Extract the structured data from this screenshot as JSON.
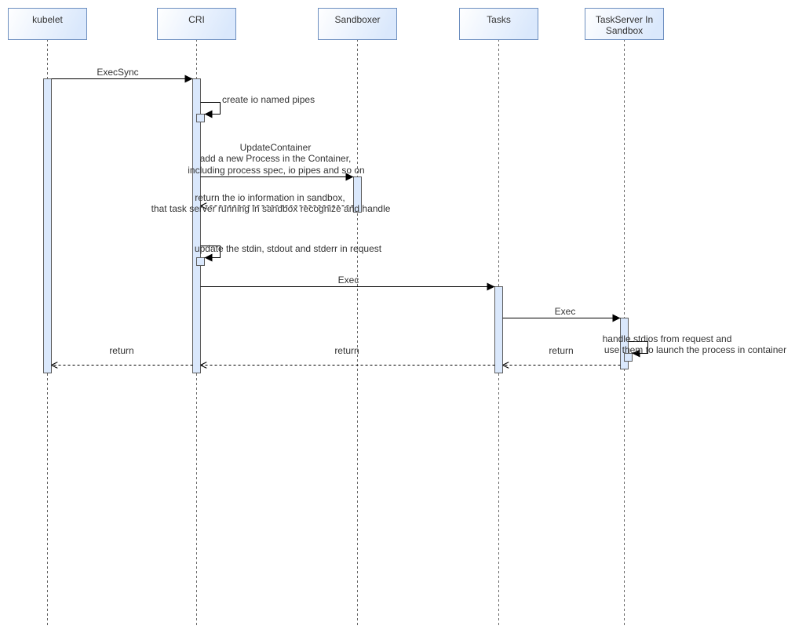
{
  "actors": [
    {
      "id": "kubelet",
      "label_lines": [
        "kubelet"
      ]
    },
    {
      "id": "cri",
      "label_lines": [
        "CRI"
      ]
    },
    {
      "id": "sandboxer",
      "label_lines": [
        "Sandboxer"
      ]
    },
    {
      "id": "tasks",
      "label_lines": [
        "Tasks"
      ]
    },
    {
      "id": "taskserver",
      "label_lines": [
        "TaskServer In",
        "Sandbox"
      ]
    }
  ],
  "messages": [
    {
      "id": "execsync",
      "from": "kubelet",
      "to": "cri",
      "kind": "sync",
      "label_lines": [
        "ExecSync"
      ]
    },
    {
      "id": "create-pipes",
      "from": "cri",
      "to": "cri",
      "kind": "self",
      "label_lines": [
        "create io named pipes"
      ]
    },
    {
      "id": "update-container",
      "from": "cri",
      "to": "sandboxer",
      "kind": "sync",
      "label_lines": [
        "UpdateContainer",
        "add a new Process in the Container,",
        "including process spec, io pipes and so on"
      ]
    },
    {
      "id": "return-io-info",
      "from": "sandboxer",
      "to": "cri",
      "kind": "return",
      "label_lines": [
        "return the io information in sandbox,",
        "that task server running in sandbox recognize and handle"
      ]
    },
    {
      "id": "update-stdio",
      "from": "cri",
      "to": "cri",
      "kind": "self",
      "label_lines": [
        "update the stdin, stdout and stderr in request"
      ]
    },
    {
      "id": "exec-tasks",
      "from": "cri",
      "to": "tasks",
      "kind": "sync",
      "label_lines": [
        "Exec"
      ]
    },
    {
      "id": "exec-taskserver",
      "from": "tasks",
      "to": "taskserver",
      "kind": "sync",
      "label_lines": [
        "Exec"
      ]
    },
    {
      "id": "handle-stdios",
      "from": "taskserver",
      "to": "taskserver",
      "kind": "self",
      "label_lines": [
        "handle stdios from request and",
        "use them to launch the process in container"
      ]
    },
    {
      "id": "return-taskserver",
      "from": "taskserver",
      "to": "tasks",
      "kind": "return",
      "label_lines": [
        "return"
      ]
    },
    {
      "id": "return-tasks",
      "from": "tasks",
      "to": "cri",
      "kind": "return",
      "label_lines": [
        "return"
      ]
    },
    {
      "id": "return-cri",
      "from": "cri",
      "to": "kubelet",
      "kind": "return",
      "label_lines": [
        "return"
      ]
    }
  ],
  "colors": {
    "actor_fill_top": "#ffffff",
    "actor_fill_bottom": "#dae8fc",
    "actor_stroke": "#6c8ebf",
    "activation_fill": "#dae8fc"
  }
}
